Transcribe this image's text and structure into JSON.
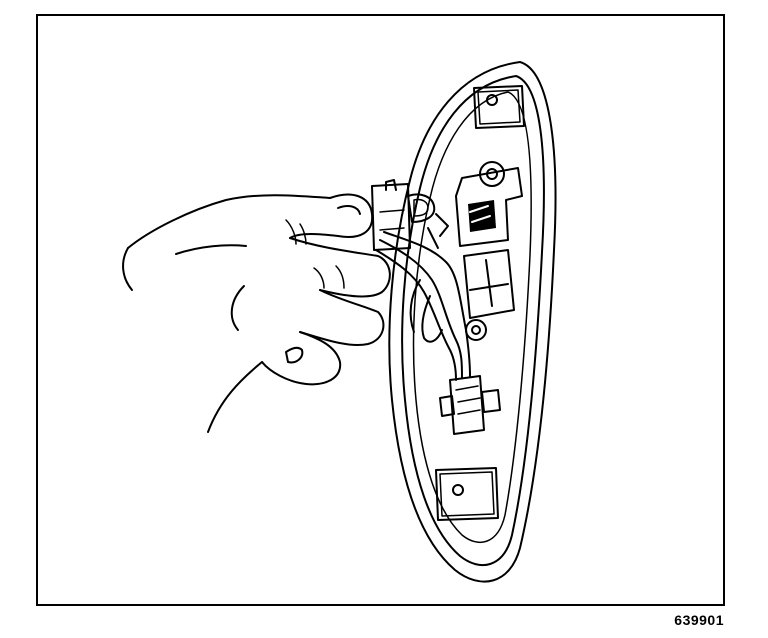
{
  "figure": {
    "id_label": "639901"
  },
  "palette": {
    "ink": "#000000",
    "paper": "#ffffff"
  },
  "icons": [
    "hand-illustration",
    "lamp-housing-illustration",
    "bulb-socket-illustration",
    "wiring-harness-illustration",
    "electrical-connector-illustration",
    "mounting-hole-icon"
  ]
}
